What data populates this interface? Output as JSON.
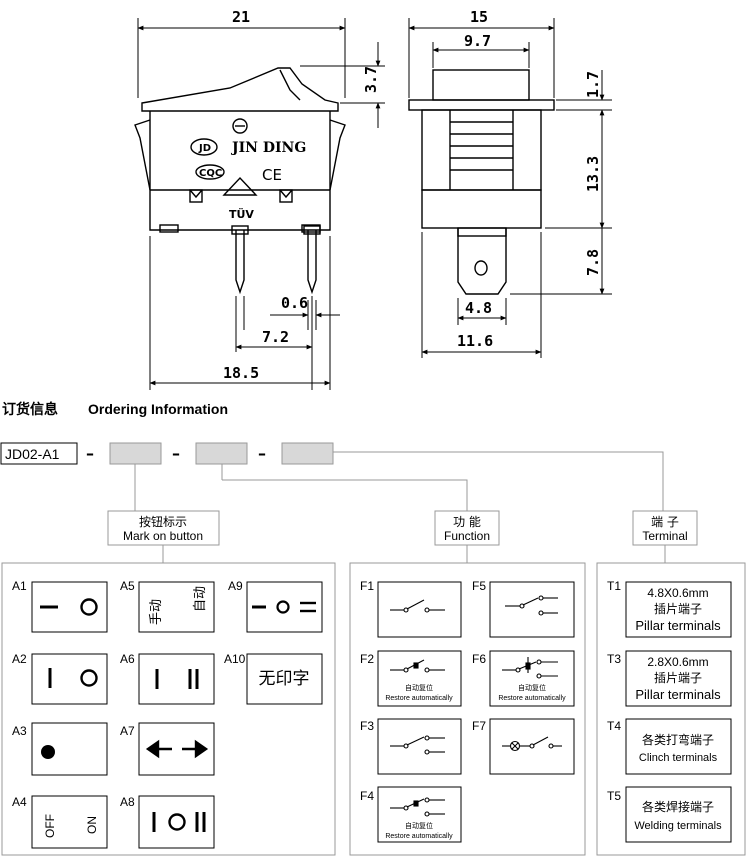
{
  "dimensions": {
    "front_width": "21",
    "rocker_height": "3.7",
    "pin_thickness": "0.6",
    "pin_spacing": "7.2",
    "body_width": "18.5",
    "side_width": "15",
    "cap_width": "9.7",
    "flange": "1.7",
    "body_height": "13.3",
    "terminal_length": "7.8",
    "terminal_width": "4.8",
    "base_width": "11.6"
  },
  "body_markings": {
    "brand": "JIN DING",
    "logo": "JD",
    "cqc": "CQC",
    "ce": "CE",
    "tuv": "TÜV"
  },
  "ordering": {
    "title_cn": "订货信息",
    "title_en": "Ordering Information",
    "model": "JD02-A1",
    "sep1": "–",
    "sep2": "–",
    "sep3": "–"
  },
  "mark_box": {
    "cn": "按钮标示",
    "en": "Mark on button"
  },
  "function_box": {
    "cn": "功 能",
    "en": "Function"
  },
  "terminal_box": {
    "cn": "端 子",
    "en": "Terminal"
  },
  "marks": {
    "a1": {
      "code": "A1"
    },
    "a2": {
      "code": "A2"
    },
    "a3": {
      "code": "A3"
    },
    "a4": {
      "code": "A4",
      "off": "OFF",
      "on": "ON"
    },
    "a5": {
      "code": "A5",
      "left": "手动",
      "right": "自动"
    },
    "a6": {
      "code": "A6"
    },
    "a7": {
      "code": "A7"
    },
    "a8": {
      "code": "A8"
    },
    "a9": {
      "code": "A9"
    },
    "a10": {
      "code": "A10",
      "text": "无印字"
    }
  },
  "functions": {
    "f1": {
      "code": "F1"
    },
    "f2": {
      "code": "F2",
      "cn": "自动复位",
      "en": "Restore automatically"
    },
    "f3": {
      "code": "F3"
    },
    "f4": {
      "code": "F4",
      "cn": "自动复位",
      "en": "Restore automatically"
    },
    "f5": {
      "code": "F5"
    },
    "f6": {
      "code": "F6",
      "cn": "自动复位",
      "en": "Restore automatically"
    },
    "f7": {
      "code": "F7"
    }
  },
  "terminals": {
    "t1": {
      "code": "T1",
      "line1": "4.8X0.6mm",
      "line2": "插片端子",
      "line3": "Pillar terminals"
    },
    "t3": {
      "code": "T3",
      "line1": "2.8X0.6mm",
      "line2": "插片端子",
      "line3": "Pillar terminals"
    },
    "t4": {
      "code": "T4",
      "line1": "各类打弯端子",
      "line2": "Clinch terminals"
    },
    "t5": {
      "code": "T5",
      "line1": "各类焊接端子",
      "line2": "Welding terminals"
    }
  }
}
